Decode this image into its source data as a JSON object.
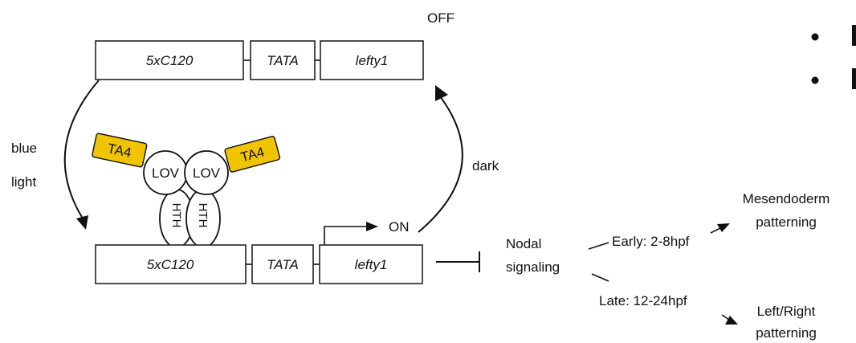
{
  "state_off": "OFF",
  "state_on": "ON",
  "top_construct": {
    "enhancer": "5xC120",
    "promoter": "TATA",
    "gene": "lefty1"
  },
  "bottom_construct": {
    "enhancer": "5xC120",
    "promoter": "TATA",
    "gene": "lefty1"
  },
  "label_blue": "blue",
  "label_light": "light",
  "label_dark": "dark",
  "protein": {
    "ta4_left": "TA4",
    "ta4_right": "TA4",
    "lov_left": "LOV",
    "lov_right": "LOV",
    "hth": "HTH"
  },
  "nodal_line1": "Nodal",
  "nodal_line2": "signaling",
  "early_label": "Early: 2-8hpf",
  "late_label": "Late: 12-24hpf",
  "outcome_early_line1": "Mesendoderm",
  "outcome_early_line2": "patterning",
  "outcome_late_line1": "Left/Right",
  "outcome_late_line2": "patterning",
  "colors": {
    "ta4_fill": "#f0c400",
    "line": "#111111"
  }
}
